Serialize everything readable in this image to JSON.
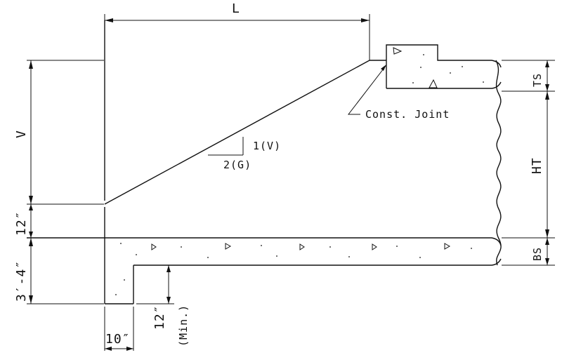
{
  "diagram": {
    "dimensions": {
      "length": "L",
      "vertical": "V",
      "top_slab": "TS",
      "height": "HT",
      "bottom_slab": "BS",
      "depth_left": "3′-4″",
      "offset_12": "12″",
      "footing_width": "10″",
      "footing_depth": "12″",
      "footing_depth_note": "(Min.)"
    },
    "annotations": {
      "joint": "Const. Joint",
      "slope_vertical": "1(V)",
      "slope_horizontal": "2(G)"
    }
  }
}
